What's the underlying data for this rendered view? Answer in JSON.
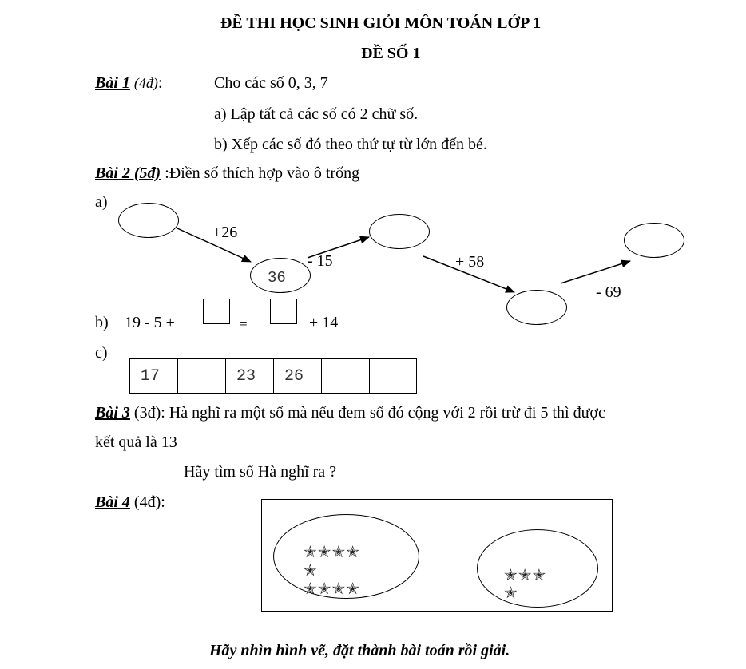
{
  "header": {
    "title": "ĐỀ  THI  HỌC SINH GIỎI MÔN TOÁN LỚP 1",
    "subtitle": "ĐỀ SỐ 1"
  },
  "bai1": {
    "label": "Bài 1",
    "points": "(4đ)",
    "colon": ":",
    "intro": "Cho  các  số  0,  3, 7",
    "a": "a) Lập tất cả các số có 2 chữ số.",
    "b": "b) Xếp các số đó theo thứ tự từ lớn đến bé."
  },
  "bai2": {
    "label": "Bài 2 (5đ)",
    "instruction": " :Điền số thích hợp vào ô trống",
    "a_label": "a)",
    "diagram": {
      "op1": "+26",
      "start_value": "36",
      "op2": "- 15",
      "op3": "+ 58",
      "op4": "- 69"
    },
    "b_label": "b)",
    "b_expr": {
      "part1": "19  -  5  +",
      "equals": "=",
      "part2": "+  14"
    },
    "c_label": "c)",
    "sequence": [
      "17",
      "",
      "23",
      "26",
      "",
      ""
    ]
  },
  "bai3": {
    "label": "Bài 3",
    "text1": " (3đ): Hà nghĩ ra một số mà nếu đem số đó cộng với 2 rồi trừ đi 5 thì được",
    "text2": "kết quả là 13",
    "question": "Hãy tìm số Hà nghĩ ra ?"
  },
  "bai4": {
    "label": "Bài 4",
    "points": " (4đ):",
    "left_stars": [
      "✭✭✭✭",
      "✭",
      "✭✭✭✭"
    ],
    "right_stars": [
      "✭✭✭",
      "✭"
    ]
  },
  "footer": {
    "instruction": "Hãy nhìn hình vẽ, đặt thành bài toán rồi giải."
  }
}
